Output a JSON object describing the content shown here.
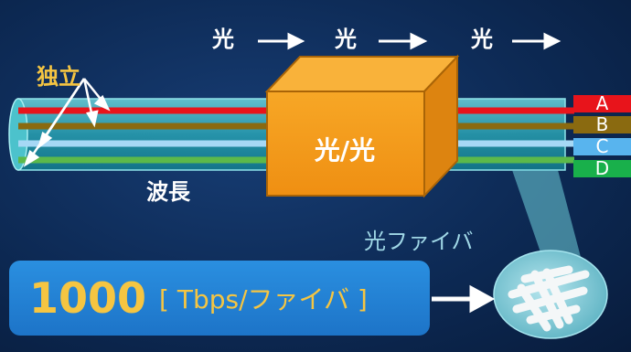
{
  "header": {
    "flow_labels": [
      "光",
      "光",
      "光"
    ]
  },
  "diagram": {
    "independent_label": "独立",
    "wavelength_label": "波長",
    "converter_label": "光/光",
    "fiber_label": "光ファイバ",
    "channels": [
      {
        "label": "A",
        "color": "#e8141b"
      },
      {
        "label": "B",
        "color": "#8a6a10"
      },
      {
        "label": "C",
        "color": "#58b4ee"
      },
      {
        "label": "D",
        "color": "#19b04b"
      }
    ]
  },
  "rate": {
    "value": "1000",
    "unit": "[ Tbps/ファイバ ]"
  },
  "colors": {
    "background": "#0d2a55",
    "tube": "#2ab3c1",
    "converter": "#f39a1e",
    "rate_box": "#2185d6",
    "accent_text": "#f5c542"
  }
}
